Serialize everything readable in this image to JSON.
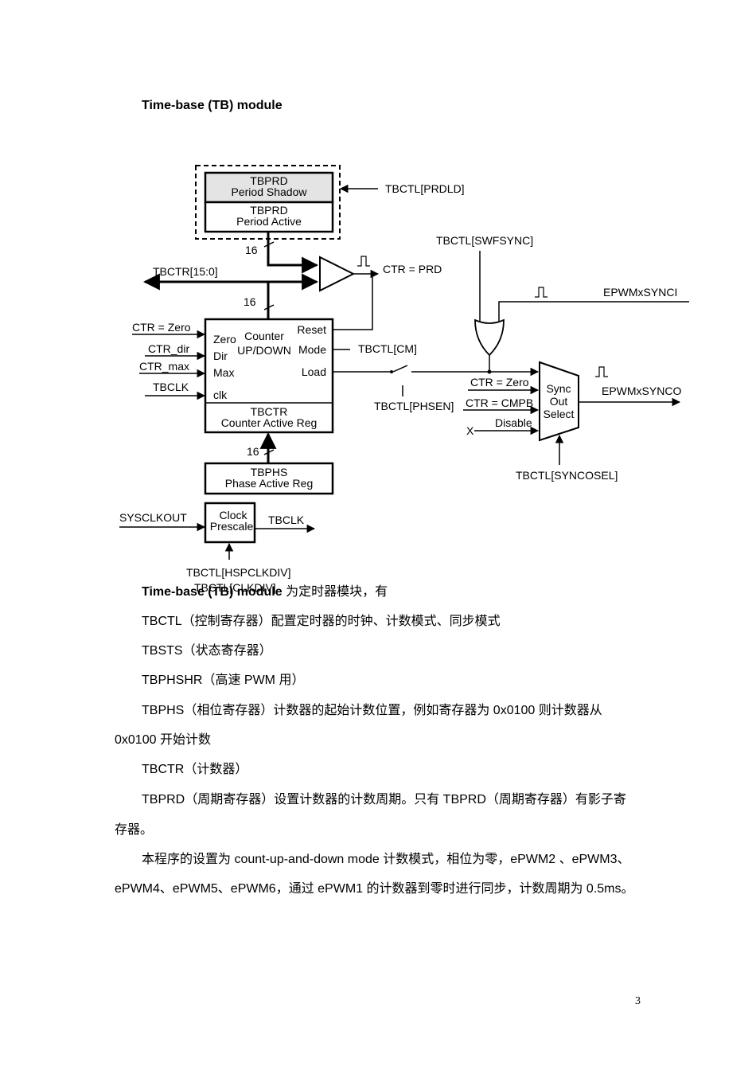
{
  "heading": "Time-base (TB) module",
  "diagram": {
    "tbprd_shadow": [
      "TBPRD",
      "Period Shadow"
    ],
    "tbprd_active": [
      "TBPRD",
      "Period Active"
    ],
    "tbctl_prdld": "TBCTL[PRDLD]",
    "bus_width_top": "16",
    "bus_width_mid": "16",
    "bus_width_bottom": "16",
    "tbctr_bus": "TBCTR[15:0]",
    "ctr_prd": "CTR = PRD",
    "tbctl_swfsync": "TBCTL[SWFSYNC]",
    "epwm_synci": "EPWMxSYNCI",
    "counter_inputs": [
      "CTR = Zero",
      "CTR_dir",
      "CTR_max",
      "TBCLK"
    ],
    "counter_ports_left": [
      "Zero",
      "Dir",
      "Max",
      "clk"
    ],
    "counter_title": [
      "Counter",
      "UP/DOWN"
    ],
    "counter_ports_right": [
      "Reset",
      "Mode",
      "Load"
    ],
    "tbctr_reg": [
      "TBCTR",
      "Counter Active Reg"
    ],
    "tbctl_cm": "TBCTL[CM]",
    "tbctl_phsen": "TBCTL[PHSEN]",
    "sync_inputs": [
      "CTR = Zero",
      "CTR = CMPB",
      "Disable",
      "X"
    ],
    "sync_select": [
      "Sync",
      "Out",
      "Select"
    ],
    "epwm_synco": "EPWMxSYNCO",
    "tbctl_syncosel": "TBCTL[SYNCOSEL]",
    "tbphs_reg": [
      "TBPHS",
      "Phase Active Reg"
    ],
    "sysclkout": "SYSCLKOUT",
    "prescale": [
      "Clock",
      "Prescale"
    ],
    "tbclk_out": "TBCLK",
    "tbctl_clkdiv": [
      "TBCTL[HSPCLKDIV]",
      "TBCTL[CLKDIV]"
    ]
  },
  "paragraphs": [
    {
      "bold": "Time-base (TB) module",
      "text": " 为定时器模块，有"
    },
    {
      "text": "TBCTL（控制寄存器）配置定时器的时钟、计数模式、同步模式"
    },
    {
      "text": "TBSTS（状态寄存器）"
    },
    {
      "text": "TBPHSHR（高速 PWM 用）"
    },
    {
      "text": "TBPHS（相位寄存器）计数器的起始计数位置，例如寄存器为  0x0100  则计数器从"
    },
    {
      "text": "0x0100 开始计数"
    },
    {
      "text": "TBCTR（计数器）"
    },
    {
      "text": "TBPRD（周期寄存器）设置计数器的计数周期。只有 TBPRD（周期寄存器）有影子寄"
    },
    {
      "text": "存器。"
    },
    {
      "text": "本程序的设置为 count-up-and-down mode 计数模式，相位为零，ePWM2 、ePWM3、"
    },
    {
      "text": "ePWM4、ePWM5、ePWM6，通过 ePWM1 的计数器到零时进行同步，计数周期为 0.5ms。"
    }
  ],
  "page_number": "3"
}
